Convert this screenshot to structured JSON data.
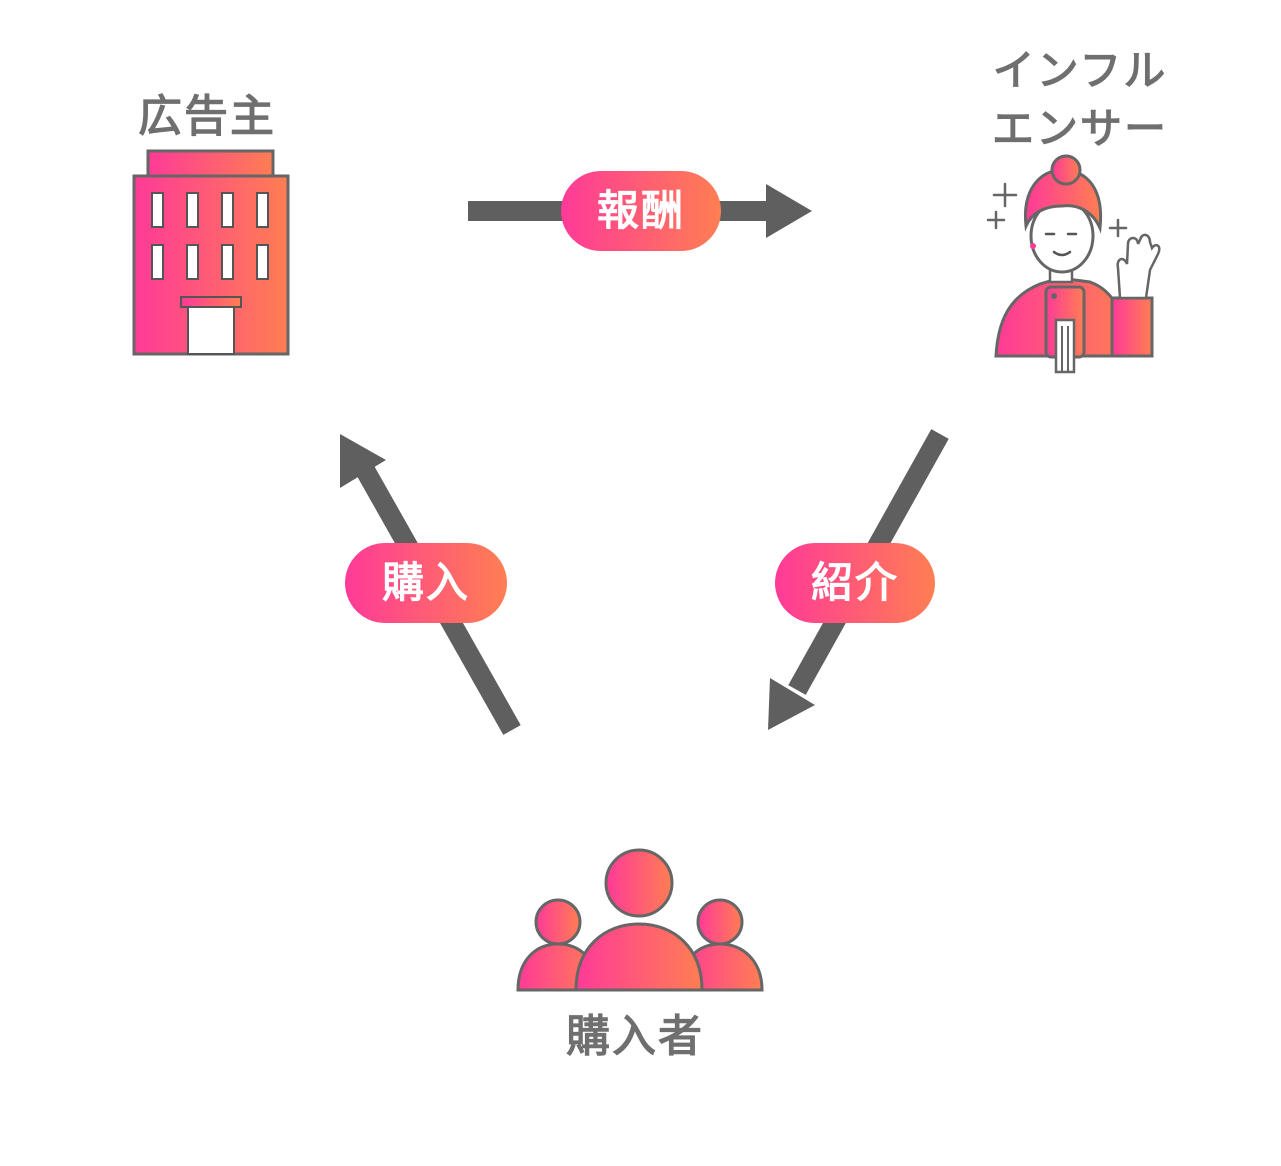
{
  "nodes": {
    "advertiser": {
      "label": "広告主",
      "icon": "building-icon"
    },
    "influencer": {
      "label_line1": "インフル",
      "label_line2": "エンサー",
      "icon": "influencer-person-icon"
    },
    "buyer": {
      "label": "購入者",
      "icon": "people-group-icon"
    }
  },
  "flows": {
    "reward": {
      "label": "報酬",
      "from": "advertiser",
      "to": "influencer"
    },
    "introduction": {
      "label": "紹介",
      "from": "influencer",
      "to": "buyer"
    },
    "purchase": {
      "label": "購入",
      "from": "buyer",
      "to": "advertiser"
    }
  },
  "colors": {
    "gradient_start": "#ff3a98",
    "gradient_end": "#ff7e52",
    "arrow": "#5f5f5f",
    "outline": "#666666",
    "label_text": "#6f6f6f"
  }
}
